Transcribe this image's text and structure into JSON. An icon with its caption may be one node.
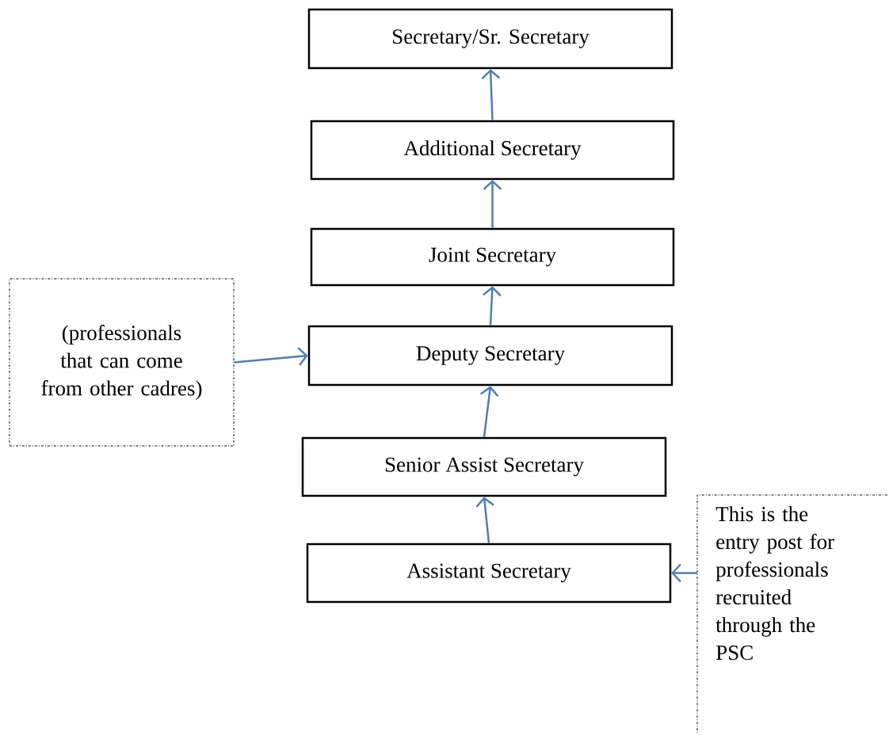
{
  "diagram": {
    "nodes": [
      {
        "text": [
          "Secretary/Sr. Secretary"
        ]
      },
      {
        "text": [
          "Additional Secretary"
        ]
      },
      {
        "text": [
          "Joint Secretary"
        ]
      },
      {
        "text": [
          "Deputy Secretary"
        ]
      },
      {
        "text": [
          "Senior Assist Secretary"
        ]
      },
      {
        "text": [
          "Assistant Secretary"
        ]
      },
      {
        "text": [
          "(professionals that can come from other cadres)"
        ]
      },
      {
        "text": [
          "This is the entry post for professionals recruited through the PSC"
        ]
      }
    ],
    "edges": [
      {
        "from": 1,
        "to": 0,
        "arrow": "to"
      },
      {
        "from": 2,
        "to": 1,
        "arrow": "to"
      },
      {
        "from": 3,
        "to": 2,
        "arrow": "to"
      },
      {
        "from": 4,
        "to": 3,
        "arrow": "to"
      },
      {
        "from": 5,
        "to": 4,
        "arrow": "to"
      },
      {
        "from": 6,
        "to": 3,
        "arrow": "to"
      },
      {
        "from": 7,
        "to": 5,
        "arrow": "to"
      }
    ]
  }
}
